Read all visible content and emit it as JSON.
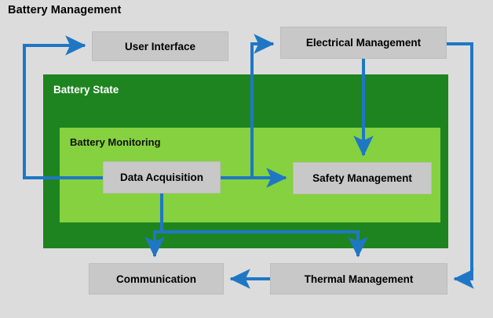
{
  "diagram": {
    "title": "Battery Management",
    "type": "block-diagram",
    "background_color": "#dcdcdc",
    "groups": [
      {
        "id": "battery-state",
        "label": "Battery State",
        "color": "#1e8420",
        "text_color": "#ffffff"
      },
      {
        "id": "battery-monitoring",
        "label": "Battery Monitoring",
        "color": "#85d13f",
        "text_color": "#111111"
      }
    ],
    "nodes": [
      {
        "id": "user-interface",
        "label": "User Interface",
        "color": "#c8c8c8"
      },
      {
        "id": "electrical",
        "label": "Electrical Management",
        "color": "#c8c8c8"
      },
      {
        "id": "data-acquisition",
        "label": "Data Acquisition",
        "color": "#c8c8c8"
      },
      {
        "id": "safety",
        "label": "Safety Management",
        "color": "#c8c8c8"
      },
      {
        "id": "communication",
        "label": "Communication",
        "color": "#c8c8c8"
      },
      {
        "id": "thermal",
        "label": "Thermal Management",
        "color": "#c8c8c8"
      }
    ],
    "connectors": {
      "color": "#1f77c4",
      "stroke_width": 4,
      "edges": [
        {
          "from": "data-acquisition",
          "to": "user-interface",
          "route": "left-up"
        },
        {
          "from": "data-acquisition",
          "to": "electrical",
          "route": "up-right"
        },
        {
          "from": "data-acquisition",
          "to": "safety",
          "route": "right"
        },
        {
          "from": "data-acquisition",
          "to": "communication",
          "route": "down"
        },
        {
          "from": "data-acquisition",
          "to": "thermal",
          "route": "down-right"
        },
        {
          "from": "electrical",
          "to": "safety",
          "route": "down"
        },
        {
          "from": "electrical",
          "to": "thermal",
          "route": "right-down"
        },
        {
          "from": "thermal",
          "to": "communication",
          "route": "left"
        }
      ]
    }
  }
}
